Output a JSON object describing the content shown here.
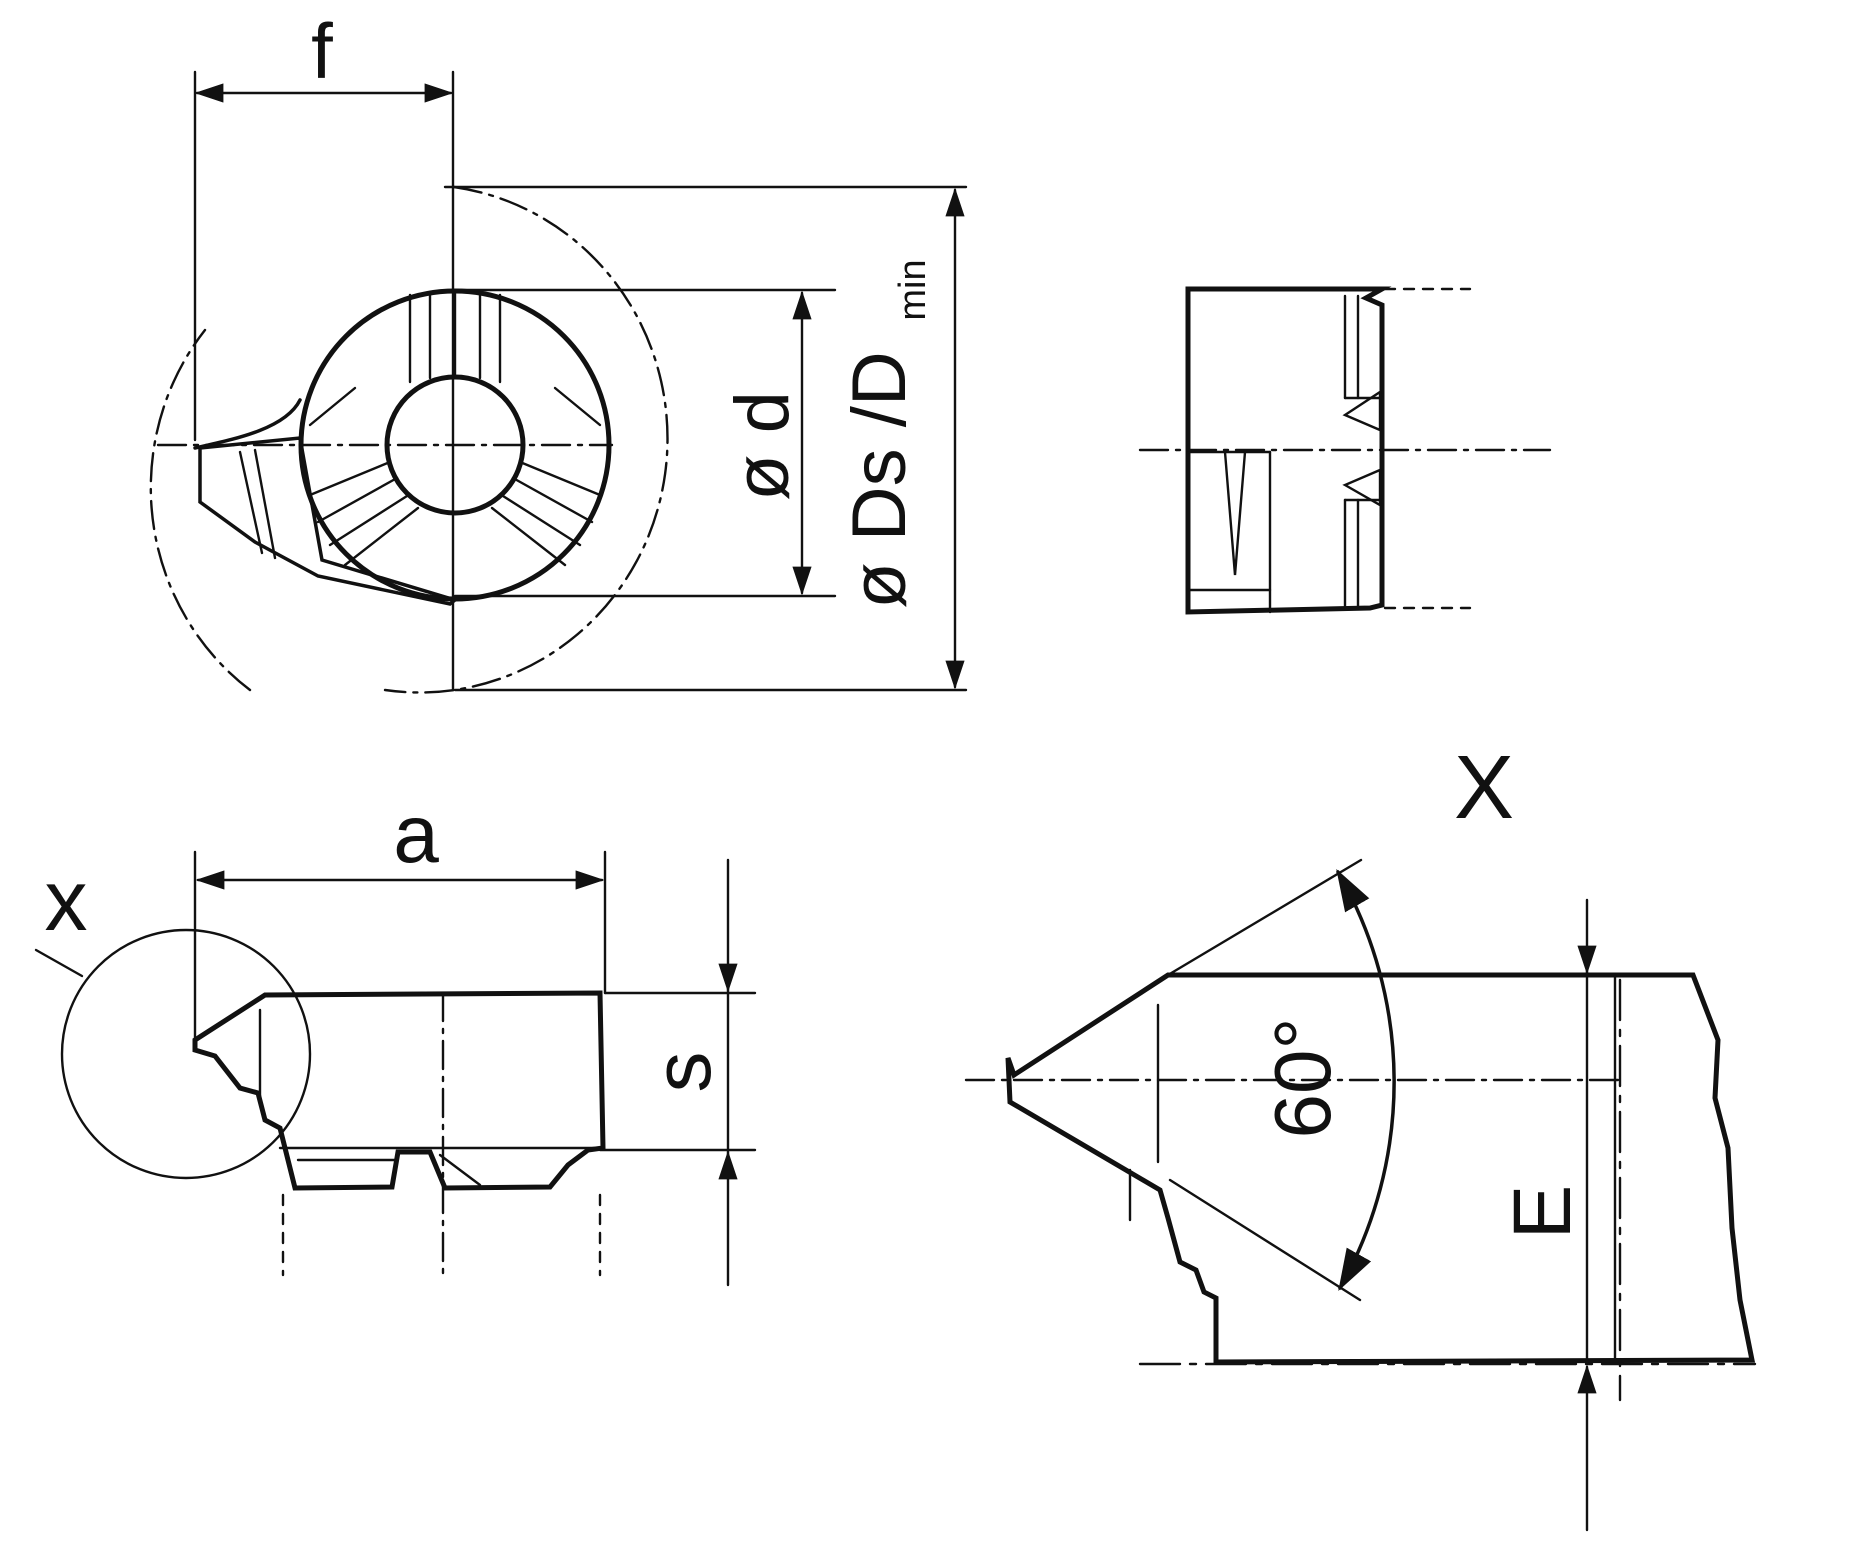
{
  "colors": {
    "body": "#ffff00",
    "line": "#111111",
    "background": "#ffffff"
  },
  "labels": {
    "f": "f",
    "d": "ø d",
    "ds_dmin": "ø Ds /D",
    "min": "min",
    "a": "a",
    "s": "s",
    "x_small": "x",
    "x_detail": "X",
    "angle": "60°",
    "e": "E"
  }
}
